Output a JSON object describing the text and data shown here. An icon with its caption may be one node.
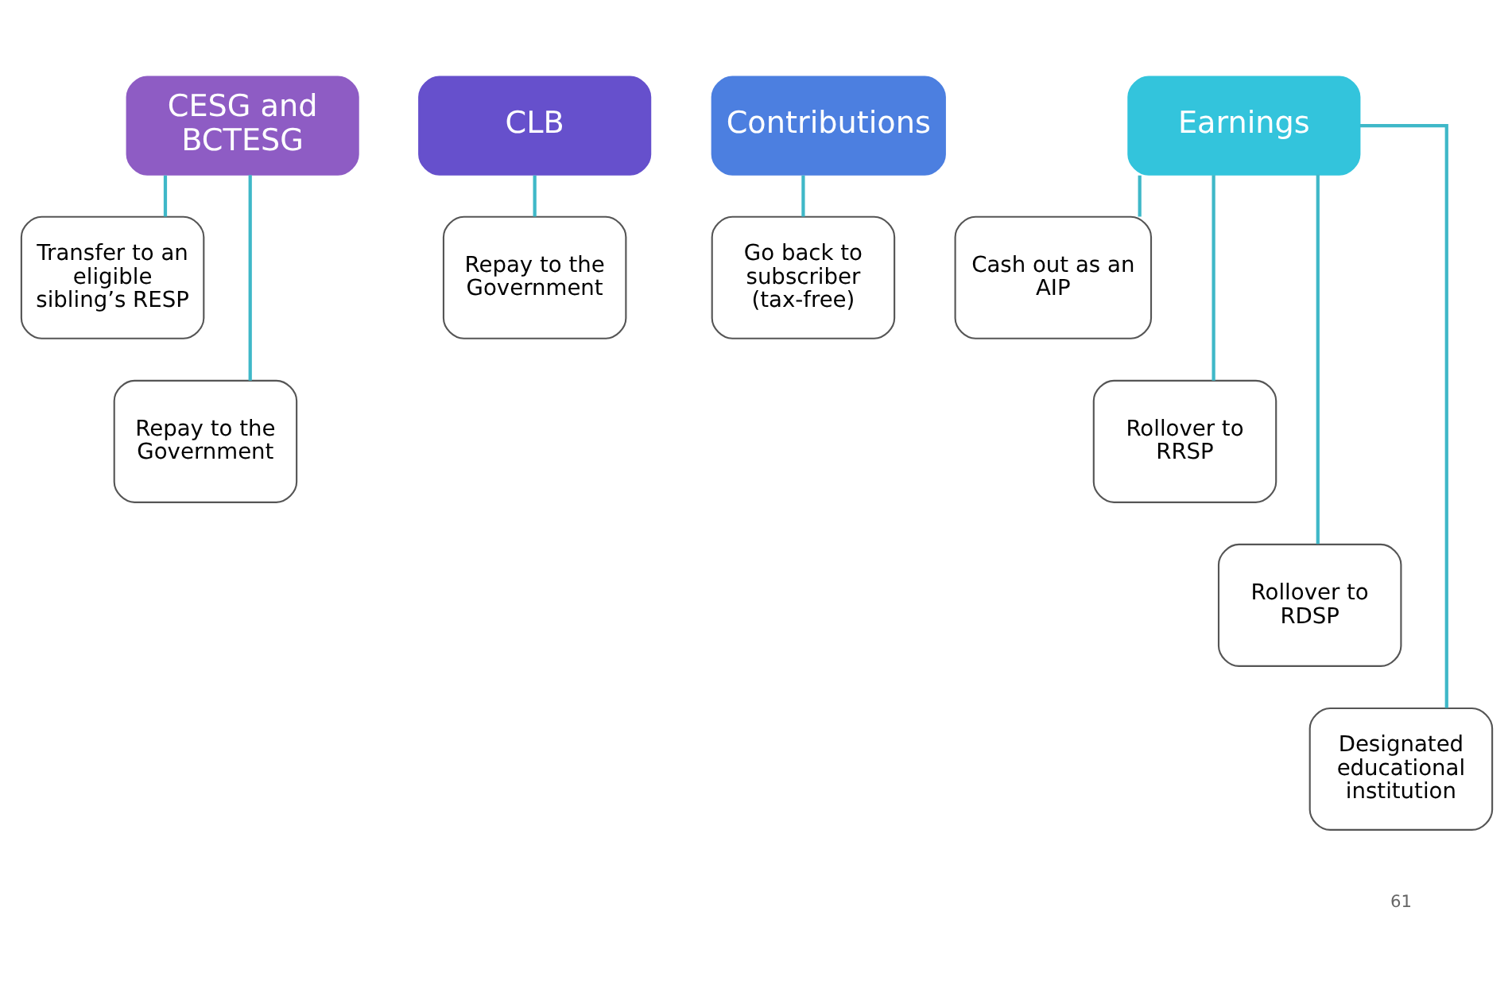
{
  "diagram": {
    "nodes": [
      {
        "text": [
          "CESG and BCTESG"
        ]
      },
      {
        "text": [
          "Transfer to an eligible sibling’s RESP"
        ]
      },
      {
        "text": [
          "Repay to the Government"
        ]
      },
      {
        "text": [
          "CLB"
        ]
      },
      {
        "text": [
          "Repay to the Government"
        ]
      },
      {
        "text": [
          "Contributions"
        ]
      },
      {
        "text": [
          "Go back to subscriber (tax-free)"
        ]
      },
      {
        "text": [
          "Earnings"
        ]
      },
      {
        "text": [
          "Cash out as an AIP"
        ]
      },
      {
        "text": [
          "Rollover to RRSP"
        ]
      },
      {
        "text": [
          "Rollover to RDSP"
        ]
      },
      {
        "text": [
          "Designated educational institution"
        ]
      }
    ],
    "edges": [
      {
        "from": 0,
        "to": 1,
        "arrow": "none"
      },
      {
        "from": 0,
        "to": 2,
        "arrow": "none"
      },
      {
        "from": 3,
        "to": 4,
        "arrow": "none"
      },
      {
        "from": 5,
        "to": 6,
        "arrow": "none"
      },
      {
        "from": 7,
        "to": 8,
        "arrow": "none"
      },
      {
        "from": 7,
        "to": 9,
        "arrow": "none"
      },
      {
        "from": 7,
        "to": 10,
        "arrow": "none"
      },
      {
        "from": 7,
        "to": 11,
        "arrow": "none"
      }
    ],
    "labels": [
      "61"
    ]
  }
}
